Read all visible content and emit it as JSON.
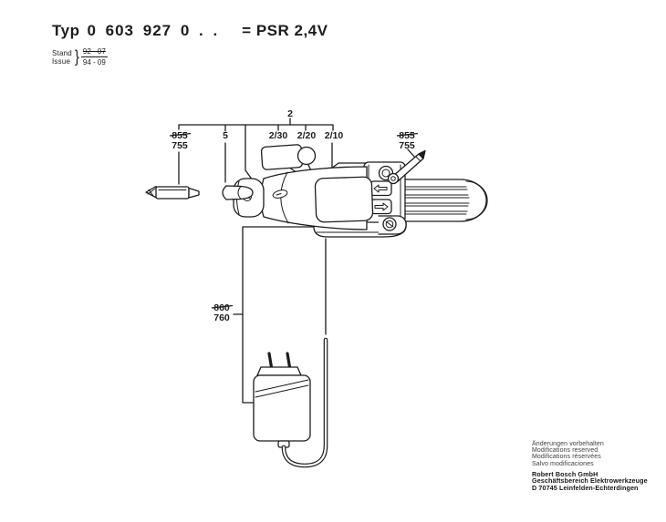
{
  "page": {
    "title_label": "Typ",
    "type_number": "0 603 927 0 . .",
    "model": "= PSR 2,4V",
    "revision": {
      "stand_label": "Stand",
      "issue_label": "Issue",
      "brace": "}",
      "old_date": "92 - 07",
      "new_date": "94 - 09"
    }
  },
  "diagram": {
    "part_labels": {
      "tool_group": "2",
      "bit_old": "855",
      "bit_new": "755",
      "bit_holder": "5",
      "sticker": "2/30",
      "cap": "2/20",
      "housing": "2/10",
      "clip_old": "855",
      "clip_new": "755",
      "charger_old": "860",
      "charger_new": "760"
    }
  },
  "footer": {
    "notes": [
      "Änderungen vorbehalten",
      "Modifications reserved",
      "Modifications réservées",
      "Salvo modificaciones"
    ],
    "company": [
      "Robert Bosch GmbH",
      "Geschäftsbereich Elektrowerkzeuge",
      "D 70745 Leinfelden-Echterdingen"
    ]
  },
  "colors": {
    "ink": "#1c1c1c",
    "paper": "#ffffff"
  }
}
